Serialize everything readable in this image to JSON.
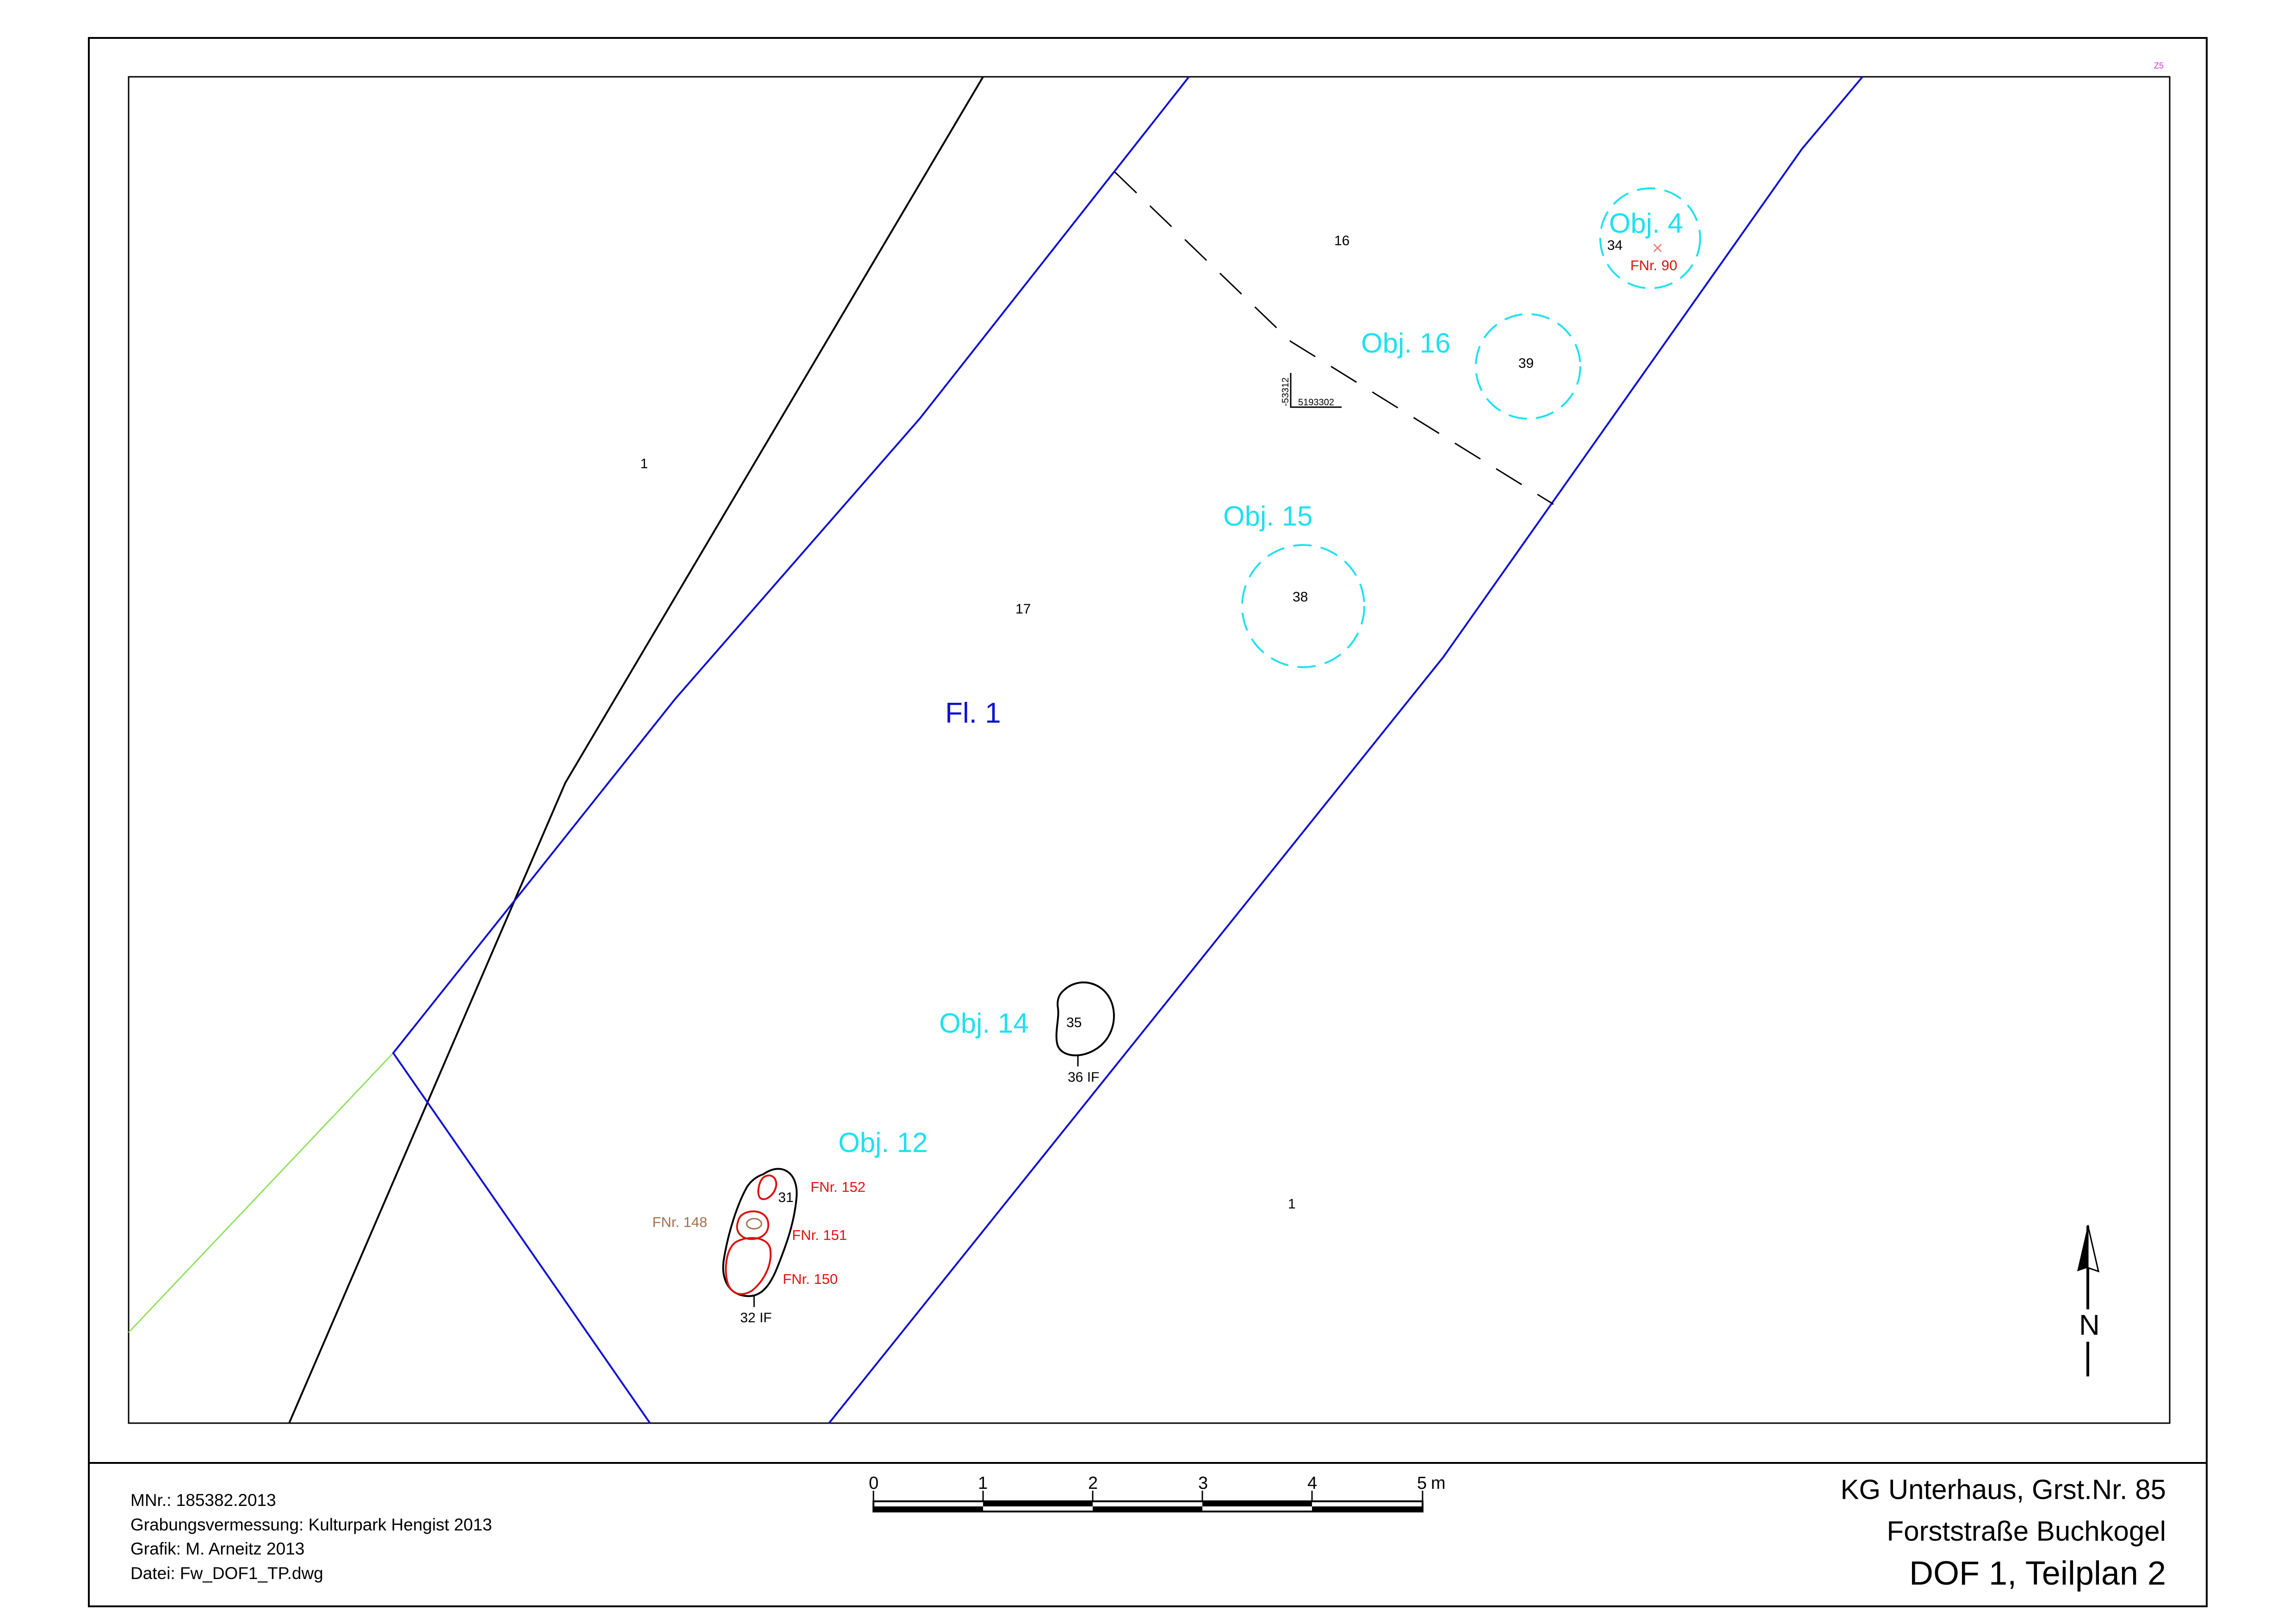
{
  "corner_code": "Z5",
  "plan": {
    "area_label": "Fl. 1",
    "fill_numbers": [
      "1",
      "17",
      "16",
      "1"
    ],
    "objects": [
      {
        "label": "Obj. 4",
        "number": "34",
        "find": "FNr. 90"
      },
      {
        "label": "Obj. 16",
        "number": "39"
      },
      {
        "label": "Obj. 15",
        "number": "38"
      },
      {
        "label": "Obj. 14",
        "number": "35",
        "interface": "36 IF"
      },
      {
        "label": "Obj. 12",
        "number": "31",
        "interface": "32 IF",
        "finds": [
          "FNr. 152",
          "FNr. 151",
          "FNr. 150",
          "FNr. 148"
        ]
      }
    ],
    "coordinates": {
      "easting": "-53312",
      "northing": "5193302"
    },
    "colors": {
      "object_label": "#1fe0f0",
      "trench_boundary": "#1010d0",
      "find_label": "#e01010",
      "find_label_alt": "#a07050",
      "parcel_line": "#000000",
      "green_line": "#90e060"
    }
  },
  "north_arrow": {
    "label": "N"
  },
  "scale_bar": {
    "ticks": [
      "0",
      "1",
      "2",
      "3",
      "4",
      "5"
    ],
    "unit": "m"
  },
  "metadata": {
    "mnr": "MNr.: 185382.2013",
    "survey": "Grabungsvermessung: Kulturpark Hengist 2013",
    "graphic": "Grafik: M. Arneitz 2013",
    "file": "Datei: Fw_DOF1_TP.dwg"
  },
  "title": {
    "line1": "KG Unterhaus, Grst.Nr. 85",
    "line2": "Forststraße Buchkogel",
    "line3": "DOF 1, Teilplan 2"
  }
}
